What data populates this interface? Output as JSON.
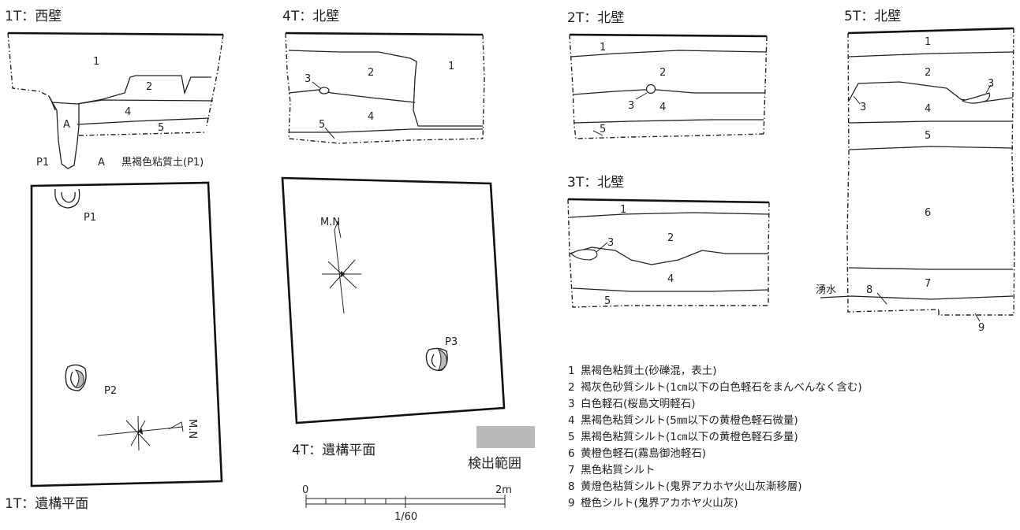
{
  "sections": {
    "t1_west_wall": {
      "title": "1T：西壁",
      "layer_labels": [
        "1",
        "2",
        "4",
        "5",
        "A"
      ],
      "pit_label": "P1",
      "note_letter": "A",
      "note_text": "黒褐色粘質土(P1)"
    },
    "t4_north_wall": {
      "title": "4T：北壁",
      "layer_labels": [
        "1",
        "2",
        "3",
        "4",
        "5"
      ]
    },
    "t2_north_wall": {
      "title": "2T：北壁",
      "layer_labels": [
        "1",
        "2",
        "3",
        "4",
        "5"
      ]
    },
    "t3_north_wall": {
      "title": "3T：北壁",
      "layer_labels": [
        "1",
        "2",
        "3",
        "4",
        "5"
      ]
    },
    "t5_north_wall": {
      "title": "5T：北壁",
      "layer_labels": [
        "1",
        "2",
        "3",
        "3",
        "4",
        "5",
        "6",
        "7",
        "8",
        "9"
      ],
      "spring_label": "湧水"
    }
  },
  "plans": {
    "t1_plan": {
      "title": "1T：遺構平面",
      "pits": [
        "P1",
        "P2"
      ],
      "north_label": "M.N"
    },
    "t4_plan": {
      "title": "4T：遺構平面",
      "pits": [
        "P3"
      ],
      "north_label": "M.N"
    }
  },
  "detection_legend": {
    "label": "検出範囲",
    "color": "#b9babc"
  },
  "scale_bar": {
    "start_label": "0",
    "end_label": "2m",
    "ratio_label": "1/60"
  },
  "legend": [
    {
      "num": "1",
      "text": "黒褐色粘質土(砂礫混，表土)"
    },
    {
      "num": "2",
      "text": "褐灰色砂質シルト(1㎝以下の白色軽石をまんべんなく含む)"
    },
    {
      "num": "3",
      "text": "白色軽石(桜島文明軽石)"
    },
    {
      "num": "4",
      "text": "黒褐色粘質シルト(5㎜以下の黄橙色軽石微量)"
    },
    {
      "num": "5",
      "text": "黒褐色粘質シルト(1㎝以下の黄橙色軽石多量)"
    },
    {
      "num": "6",
      "text": "黄橙色軽石(霧島御池軽石)"
    },
    {
      "num": "7",
      "text": "黒色粘質シルト"
    },
    {
      "num": "8",
      "text": "黄燈色粘質シルト(鬼界アカホヤ火山灰漸移層)"
    },
    {
      "num": "9",
      "text": "橙色シルト(鬼界アカホヤ火山灰)"
    }
  ]
}
